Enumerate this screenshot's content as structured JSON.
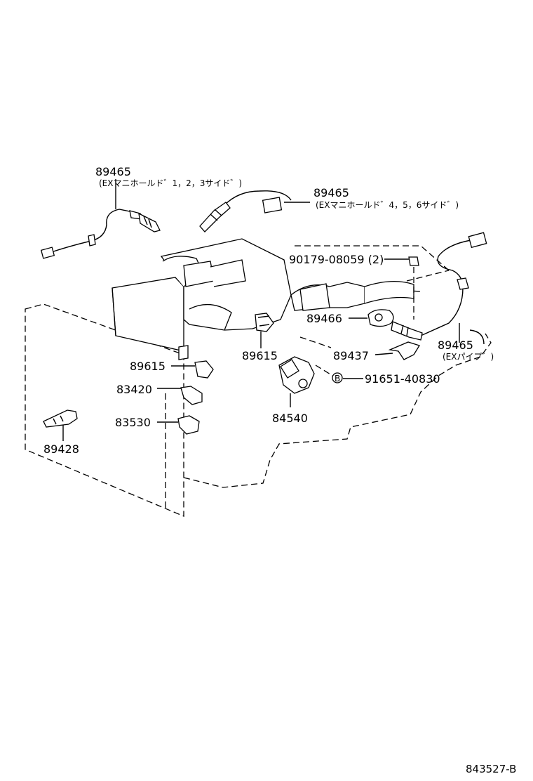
{
  "diagram": {
    "reference_code": "843527-B",
    "callouts": [
      {
        "id": "o2-sensor-bank1",
        "part_no": "89465",
        "note": "(EXマニホールド゛1，2，3サイド゛)"
      },
      {
        "id": "o2-sensor-bank2",
        "part_no": "89465",
        "note": "(EXマニホールド゛4，5，6サイド゛)"
      },
      {
        "id": "bolt",
        "part_no": "90179-08059 (2)",
        "note": ""
      },
      {
        "id": "gasket",
        "part_no": "89466",
        "note": ""
      },
      {
        "id": "bracket",
        "part_no": "89437",
        "note": ""
      },
      {
        "id": "o2-sensor-pipe",
        "part_no": "89465",
        "note": "(EXパイプ゛)"
      },
      {
        "id": "screw-b",
        "part_no": "91651-40830",
        "note": ""
      },
      {
        "id": "knock-sensor-right",
        "part_no": "89615",
        "note": ""
      },
      {
        "id": "knock-sensor-left",
        "part_no": "89615",
        "note": ""
      },
      {
        "id": "oil-pressure-switch",
        "part_no": "83420",
        "note": ""
      },
      {
        "id": "temp-sender",
        "part_no": "83530",
        "note": ""
      },
      {
        "id": "throttle-position-sensor",
        "part_no": "84540",
        "note": ""
      },
      {
        "id": "water-temp-sensor",
        "part_no": "89428",
        "note": ""
      }
    ],
    "fastener_marker": "B"
  }
}
